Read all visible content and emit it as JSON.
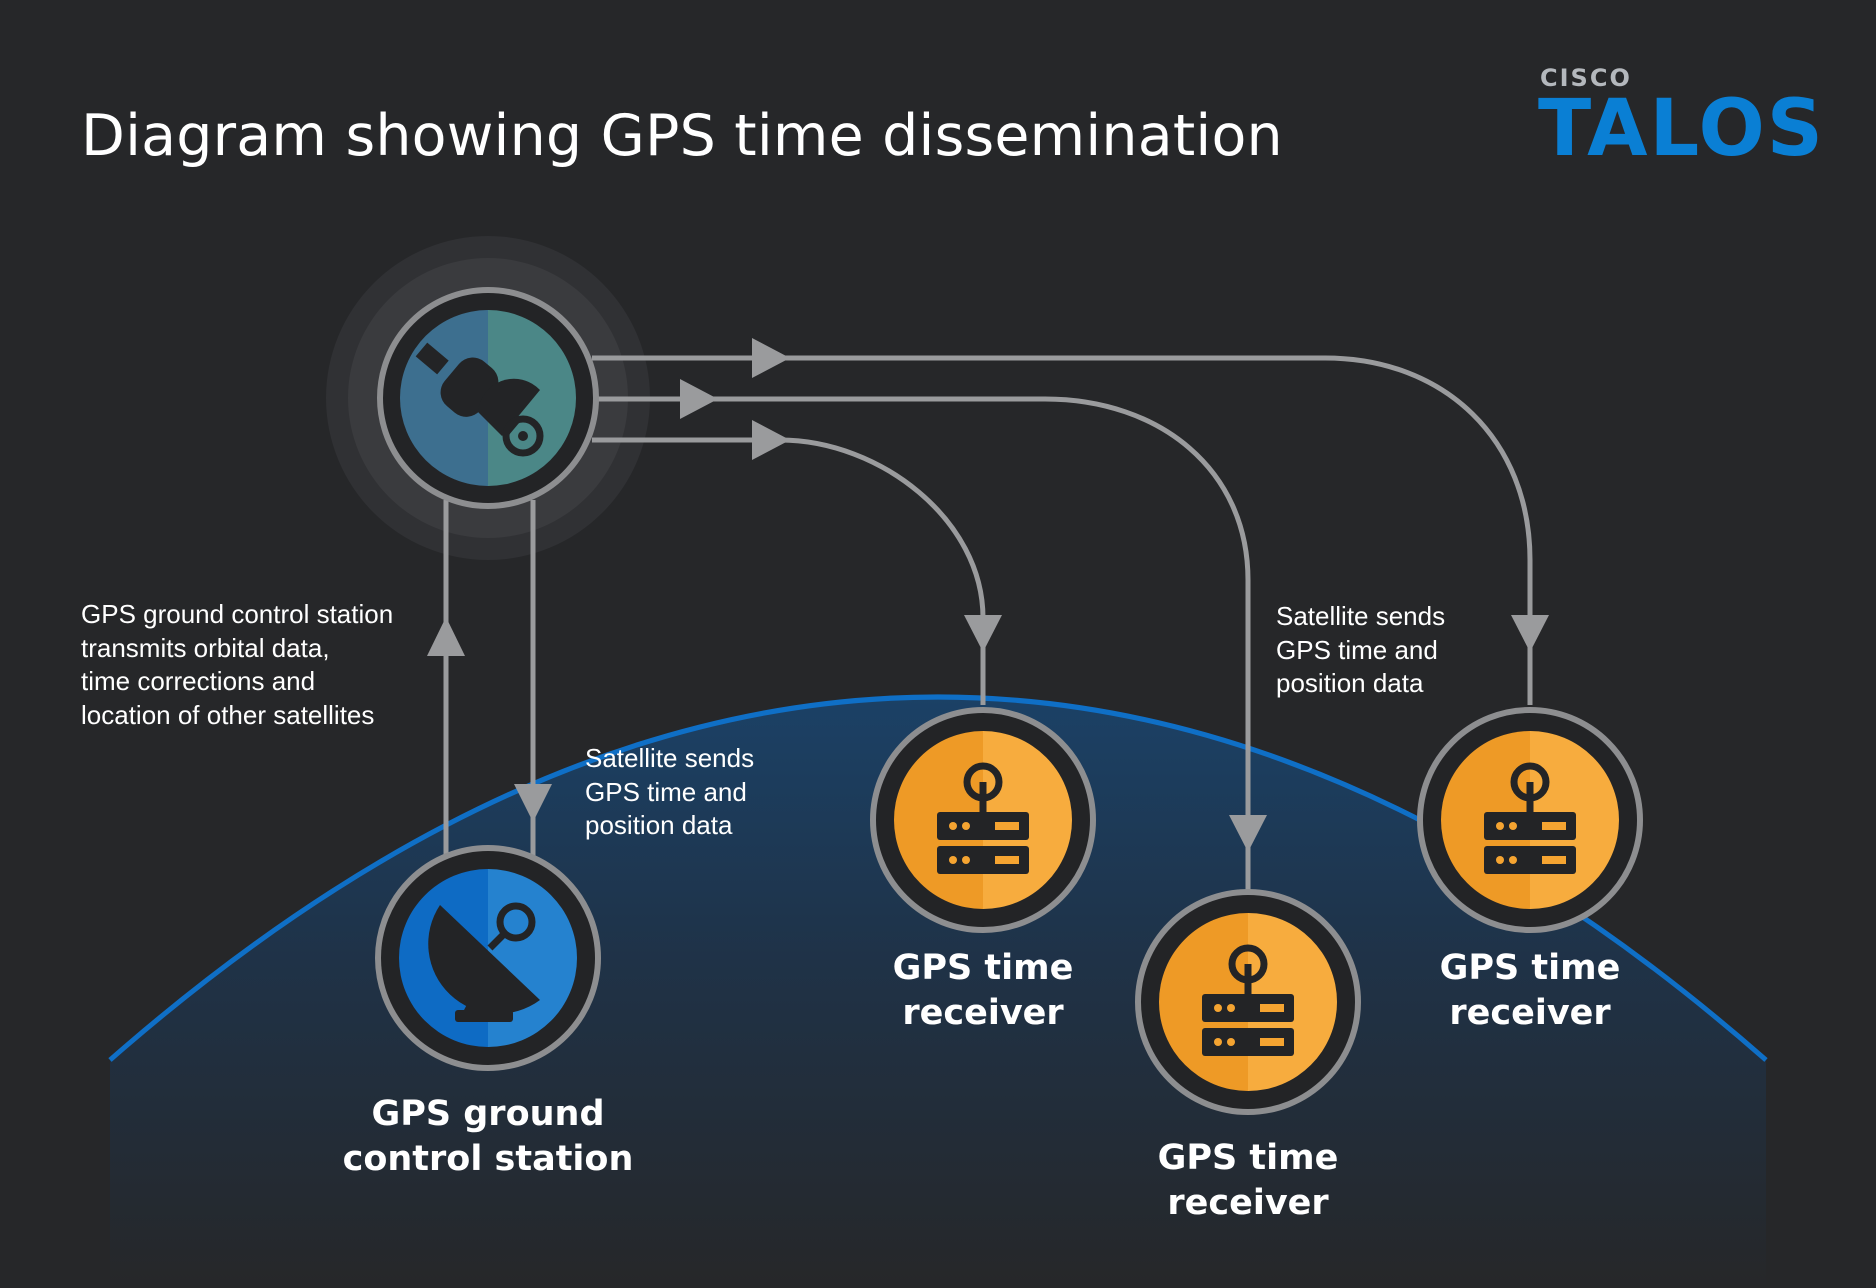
{
  "title": "Diagram showing GPS time dissemination",
  "logo": {
    "brand_small": "CISCO",
    "brand_big": "TALOS"
  },
  "annotations": {
    "uplink_text": [
      "GPS ground control station",
      "transmits orbital data,",
      "time corrections and",
      "location of other satellites"
    ],
    "downlink_text_left": [
      "Satellite sends",
      "GPS time and",
      "position data"
    ],
    "downlink_text_right": [
      "Satellite sends",
      "GPS time and",
      "position data"
    ]
  },
  "nodes": {
    "satellite": {
      "icon": "satellite-icon"
    },
    "ground_station": {
      "icon": "satellite-dish-icon",
      "label": [
        "GPS ground",
        "control station"
      ]
    },
    "receiver_1": {
      "icon": "receiver-server-icon",
      "label": [
        "GPS time",
        "receiver"
      ]
    },
    "receiver_2": {
      "icon": "receiver-server-icon",
      "label": [
        "GPS time",
        "receiver"
      ]
    },
    "receiver_3": {
      "icon": "receiver-server-icon",
      "label": [
        "GPS time",
        "receiver"
      ]
    }
  },
  "colors": {
    "background": "#262729",
    "earth_horizon": "#0f6fc6",
    "arrow": "#9a9b9d",
    "receiver_orange": "#f5a431",
    "ground_station_blue": "#1475c9",
    "satellite_teal": "#3f7d8c"
  }
}
